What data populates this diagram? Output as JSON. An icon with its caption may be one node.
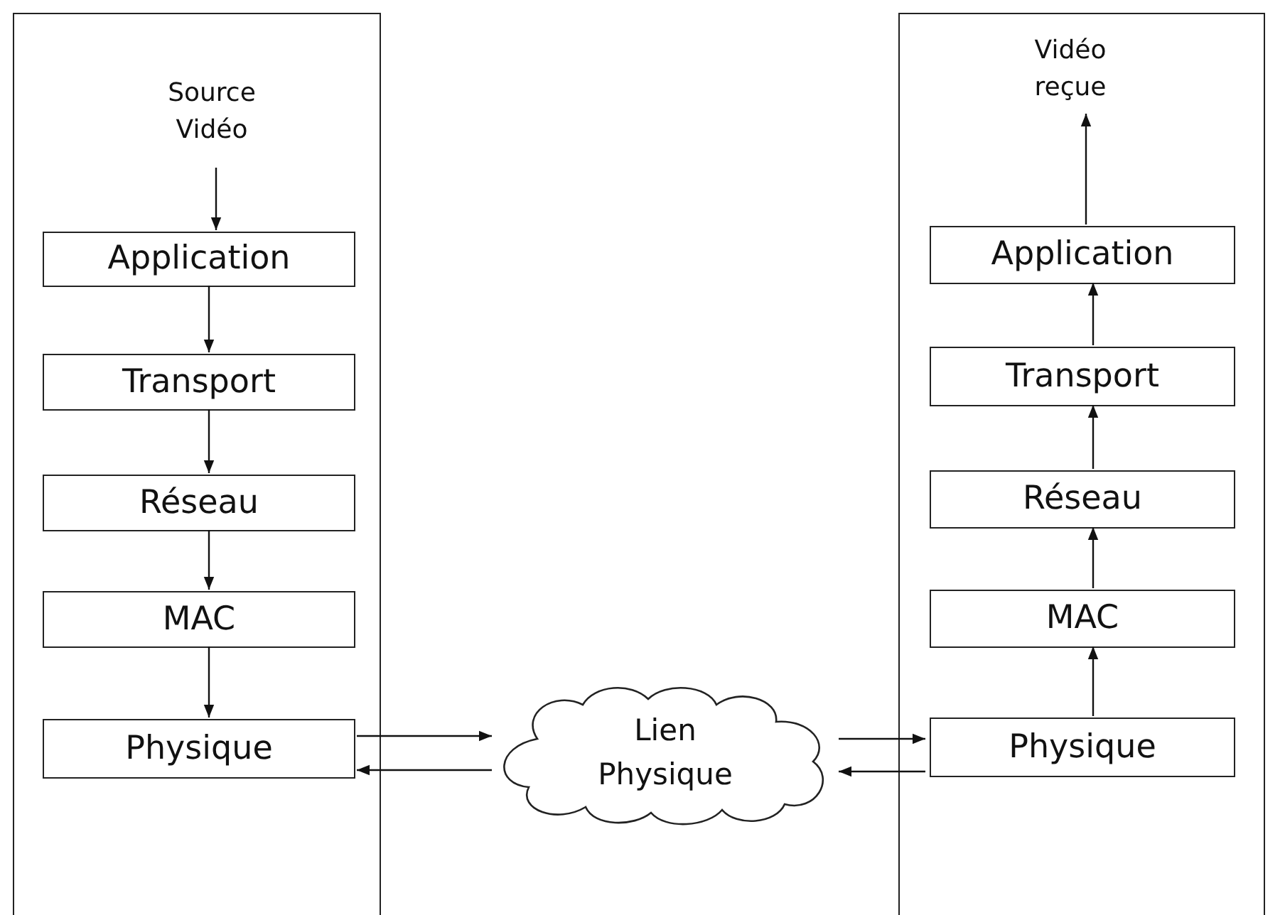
{
  "diagram": {
    "nodes": [
      {
        "text": [],
        "shape": "box"
      },
      {
        "text": [
          "Source Vidéo"
        ],
        "in": 0
      },
      {
        "text": [
          "Application"
        ],
        "in": 0
      },
      {
        "text": [
          "Transport"
        ],
        "in": 0
      },
      {
        "text": [
          "Réseau"
        ],
        "in": 0
      },
      {
        "text": [
          "MAC"
        ],
        "in": 0
      },
      {
        "text": [
          "Physique"
        ],
        "in": 0
      },
      {
        "text": [
          "Lien Physique"
        ]
      },
      {
        "text": [],
        "shape": "box"
      },
      {
        "text": [
          "Vidéo reçue"
        ],
        "in": 8
      },
      {
        "text": [
          "Application"
        ],
        "in": 8
      },
      {
        "text": [
          "Transport"
        ],
        "in": 8
      },
      {
        "text": [
          "Réseau"
        ],
        "in": 8
      },
      {
        "text": [
          "MAC"
        ],
        "in": 8
      },
      {
        "text": [
          "Physique"
        ],
        "in": 8
      }
    ],
    "edges": [
      {
        "from": 1,
        "to": 2,
        "arrow": "to"
      },
      {
        "from": 2,
        "to": 3,
        "arrow": "to"
      },
      {
        "from": 3,
        "to": 4,
        "arrow": "to"
      },
      {
        "from": 4,
        "to": 5,
        "arrow": "to"
      },
      {
        "from": 5,
        "to": 6,
        "arrow": "to"
      },
      {
        "from": 6,
        "to": 7,
        "arrow": "to"
      },
      {
        "from": 7,
        "to": 6,
        "arrow": "to"
      },
      {
        "from": 7,
        "to": 14,
        "arrow": "to"
      },
      {
        "from": 14,
        "to": 7,
        "arrow": "to"
      },
      {
        "from": 14,
        "to": 13,
        "arrow": "to"
      },
      {
        "from": 13,
        "to": 12,
        "arrow": "to"
      },
      {
        "from": 12,
        "to": 11,
        "arrow": "to"
      },
      {
        "from": 11,
        "to": 10,
        "arrow": "to"
      },
      {
        "from": 10,
        "to": 9,
        "arrow": "to"
      }
    ]
  }
}
